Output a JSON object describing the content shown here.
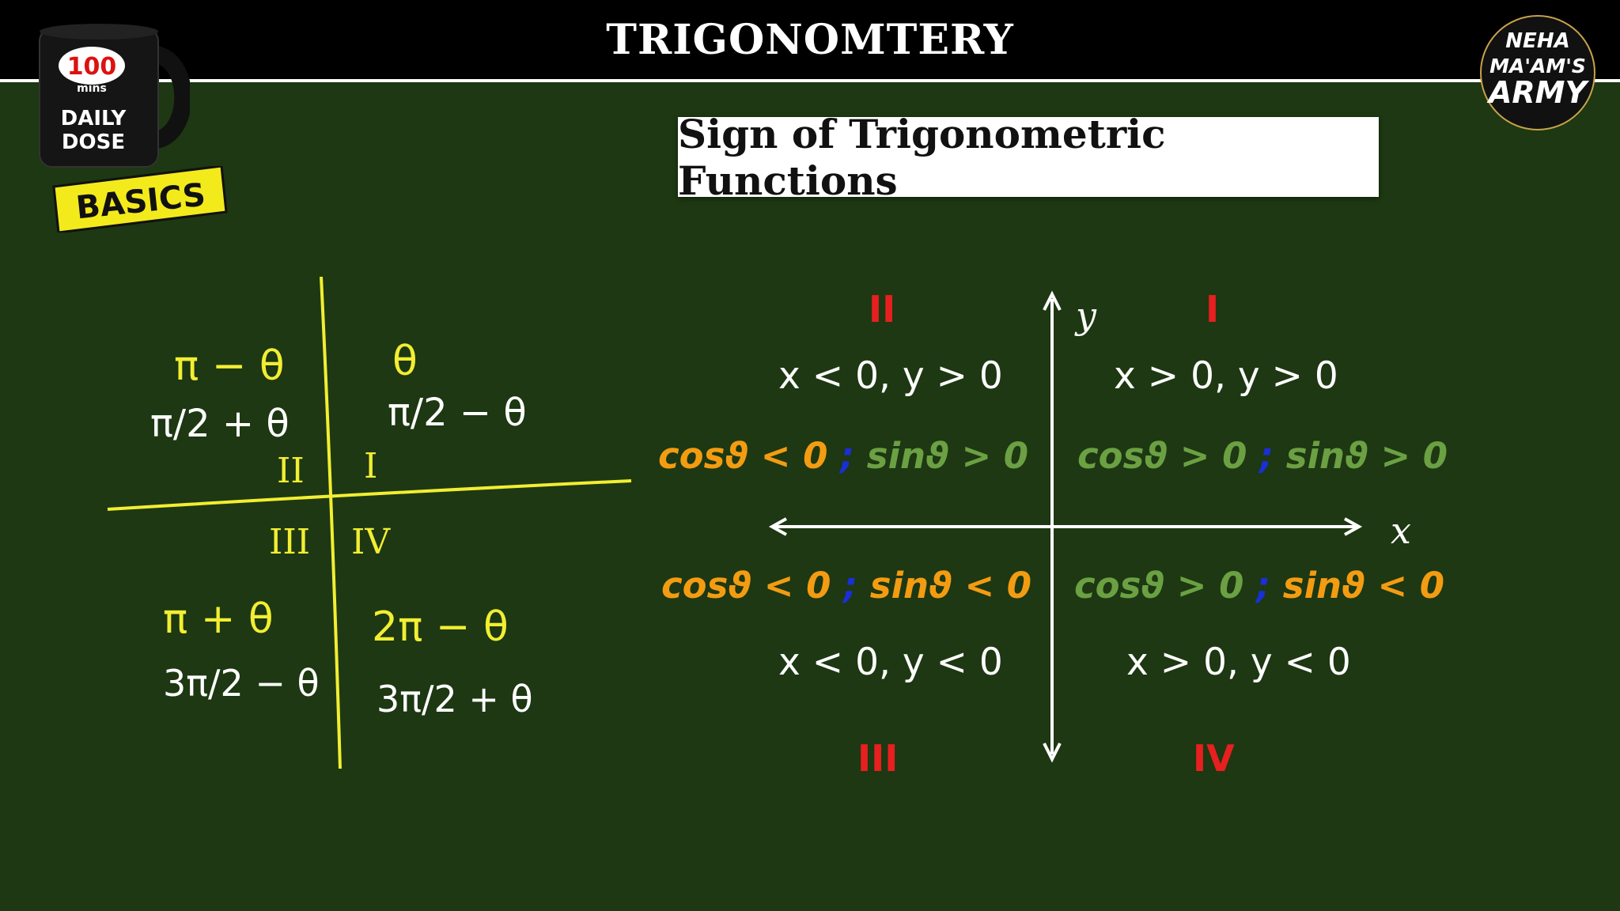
{
  "header": {
    "title": "TRIGONOMTERY"
  },
  "logo_mug": {
    "number": "100",
    "unit": "mins",
    "line1": "DAILY",
    "line2": "DOSE",
    "tag": "BASICS"
  },
  "logo_army": {
    "line1": "NEHA",
    "line2": "MA'AM'S",
    "line3": "ARMY"
  },
  "subtitle": "Sign of Trigonometric Functions",
  "axes": {
    "y_label": "y",
    "x_label": "x"
  },
  "quadrants": [
    {
      "numeral": "I",
      "condition": "x > 0,  y > 0",
      "cos": "cosϑ > 0",
      "sep": ";",
      "sin": "sinϑ > 0",
      "cos_color": "#6ba043",
      "sin_color": "#6ba043"
    },
    {
      "numeral": "II",
      "condition": "x < 0,  y > 0",
      "cos": "cosϑ < 0",
      "sep": ";",
      "sin": "sinϑ > 0",
      "cos_color": "#f39c12",
      "sin_color": "#6ba043"
    },
    {
      "numeral": "III",
      "condition": "x < 0,  y < 0",
      "cos": "cosϑ < 0",
      "sep": ";",
      "sin": "sinϑ < 0",
      "cos_color": "#f39c12",
      "sin_color": "#f39c12"
    },
    {
      "numeral": "IV",
      "condition": "x > 0,  y < 0",
      "cos": "cosϑ > 0",
      "sep": ";",
      "sin": "sinϑ < 0",
      "cos_color": "#6ba043",
      "sin_color": "#f39c12"
    }
  ],
  "handwritten": {
    "q1_a": "θ",
    "q1_b": "π/2 − θ",
    "q2_a": "π − θ",
    "q2_b": "π/2 + θ",
    "q3_a": "π + θ",
    "q3_b": "3π/2 − θ",
    "q4_a": "2π − θ",
    "q4_b": "3π/2 + θ",
    "roman": [
      "I",
      "II",
      "III",
      "IV"
    ]
  },
  "colors": {
    "board": "#1d3812",
    "handwriting_yellow": "#f2ee32",
    "handwriting_white": "#ffffff",
    "numeral_red": "#e81f1f"
  }
}
